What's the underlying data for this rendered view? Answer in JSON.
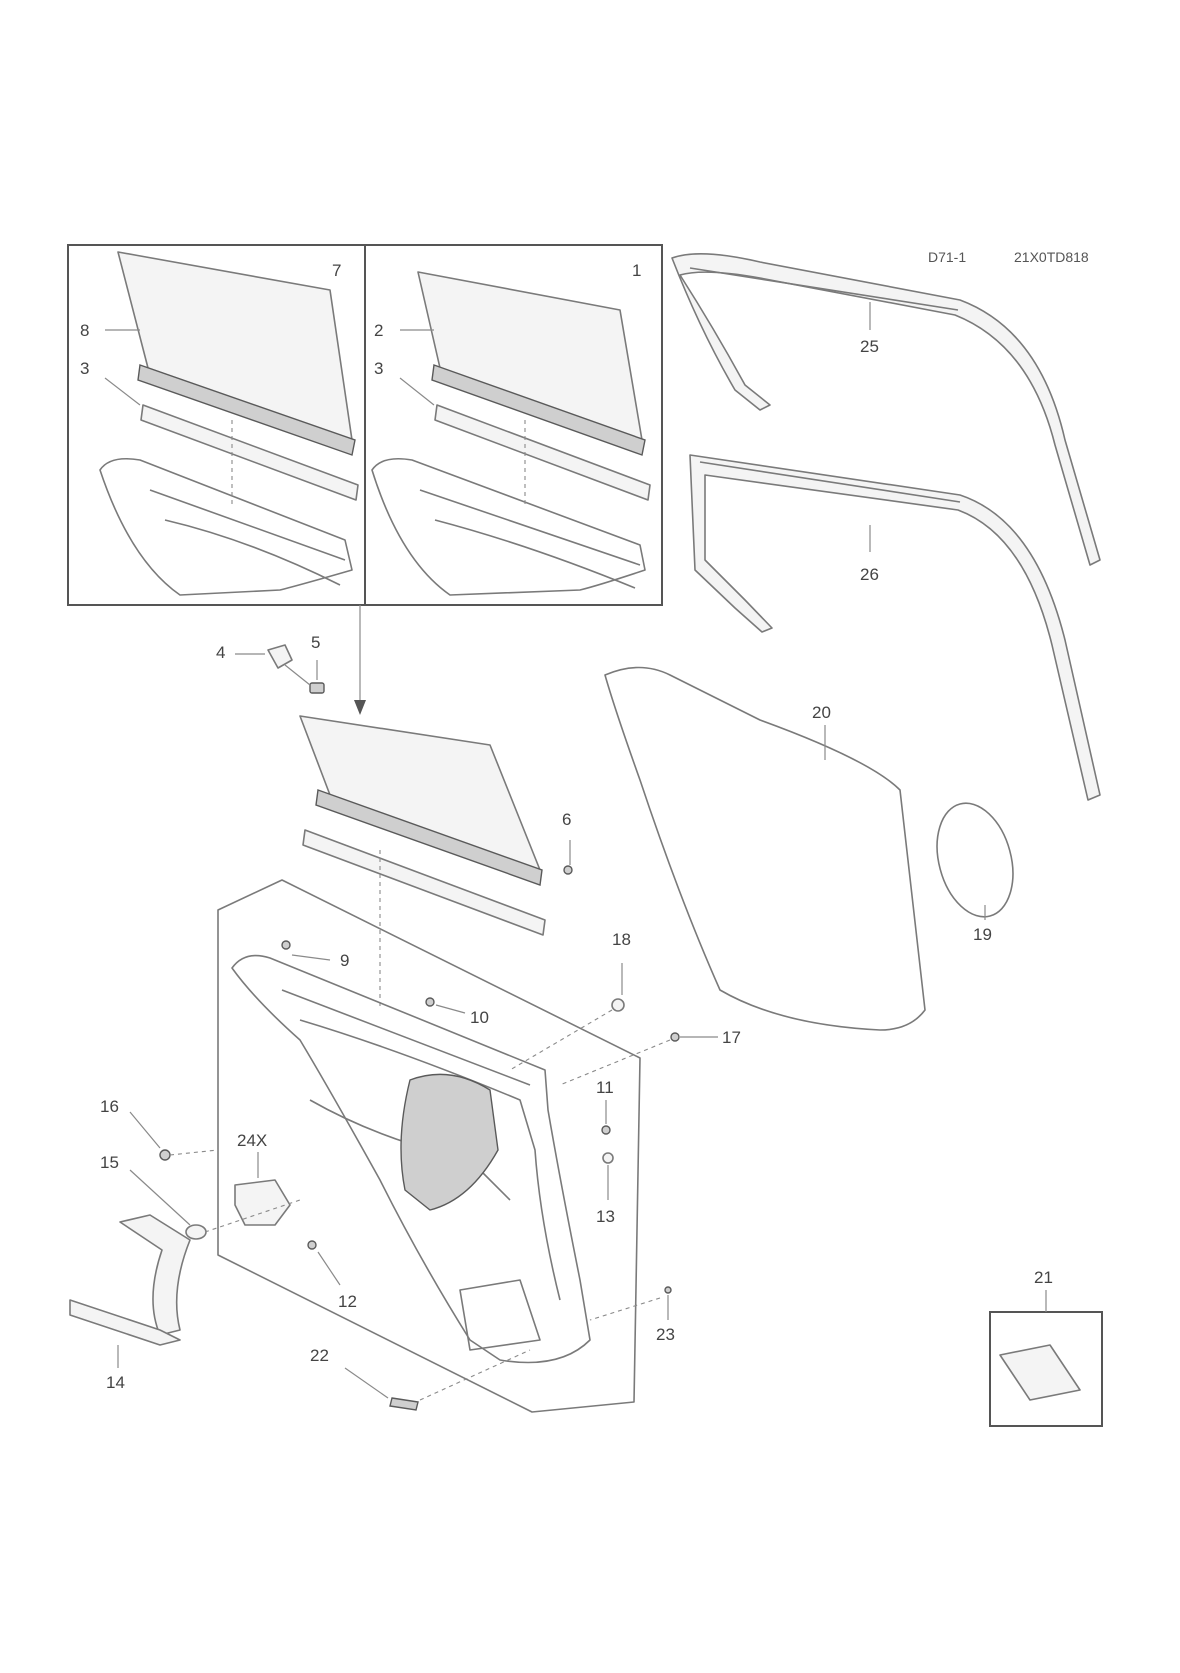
{
  "header": {
    "ref": "D71-1",
    "code": "21X0TD818"
  },
  "callouts": {
    "c1": "1",
    "c2": "2",
    "c3a": "3",
    "c3b": "3",
    "c4": "4",
    "c5": "5",
    "c6": "6",
    "c7": "7",
    "c8": "8",
    "c9": "9",
    "c10": "10",
    "c11": "11",
    "c12": "12",
    "c13": "13",
    "c14": "14",
    "c15": "15",
    "c16": "16",
    "c17": "17",
    "c18": "18",
    "c19": "19",
    "c20": "20",
    "c21": "21",
    "c22": "22",
    "c23": "23",
    "c24": "24X",
    "c25": "25",
    "c26": "26"
  }
}
